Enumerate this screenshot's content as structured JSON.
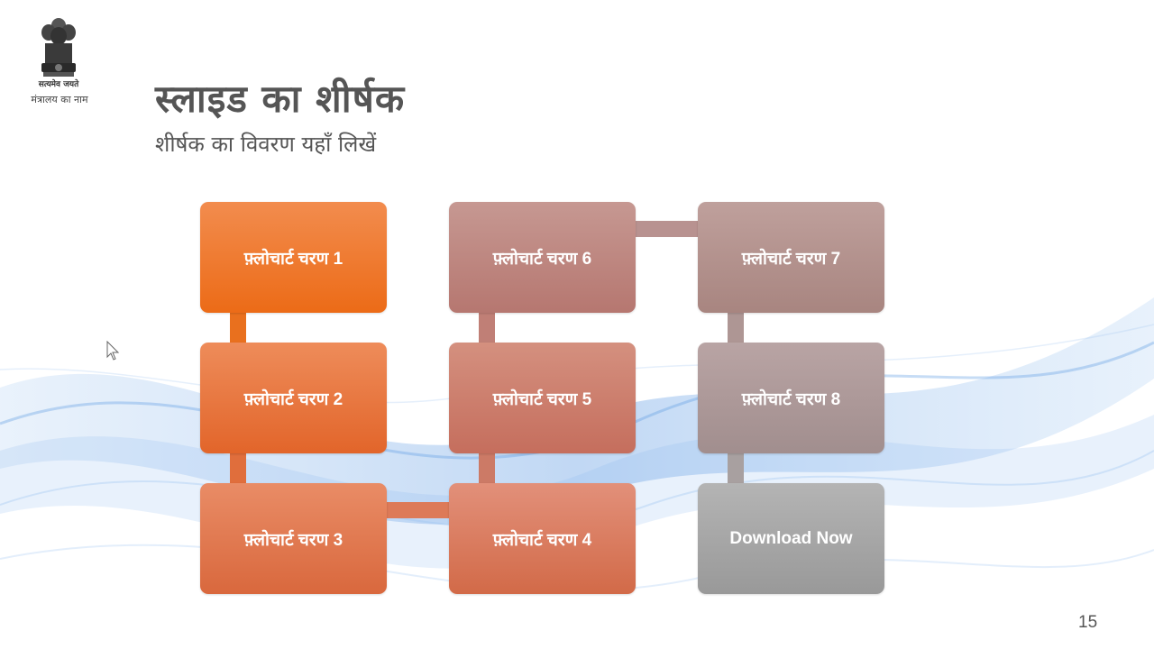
{
  "header": {
    "motto": "सत्यमेव जयते",
    "ministry": "मंत्रालय का नाम"
  },
  "slide": {
    "title": "स्लाइड का शीर्षक",
    "subtitle": "शीर्षक का विवरण यहाँ लिखें",
    "page_number": "15"
  },
  "flowchart": {
    "steps": [
      {
        "label": "फ़्लोचार्ट चरण 1",
        "color_top": "#F28C4E",
        "color_bottom": "#EC6B17"
      },
      {
        "label": "फ़्लोचार्ट चरण 2",
        "color_top": "#EE8C5A",
        "color_bottom": "#E2652A"
      },
      {
        "label": "फ़्लोचार्ट चरण 3",
        "color_top": "#E98C66",
        "color_bottom": "#D9683D"
      },
      {
        "label": "फ़्लोचार्ट चरण 4",
        "color_top": "#E2907A",
        "color_bottom": "#D26A48"
      },
      {
        "label": "फ़्लोचार्ट चरण 5",
        "color_top": "#D4907F",
        "color_bottom": "#C56E5D"
      },
      {
        "label": "फ़्लोचार्ट चरण 6",
        "color_top": "#C69892",
        "color_bottom": "#B67770"
      },
      {
        "label": "फ़्लोचार्ट चरण 7",
        "color_top": "#BFA09C",
        "color_bottom": "#A88580"
      },
      {
        "label": "फ़्लोचार्ट चरण 8",
        "color_top": "#B9A4A4",
        "color_bottom": "#A18E8E"
      },
      {
        "label": "Download Now",
        "color_top": "#B4B4B4",
        "color_bottom": "#999999"
      }
    ]
  }
}
